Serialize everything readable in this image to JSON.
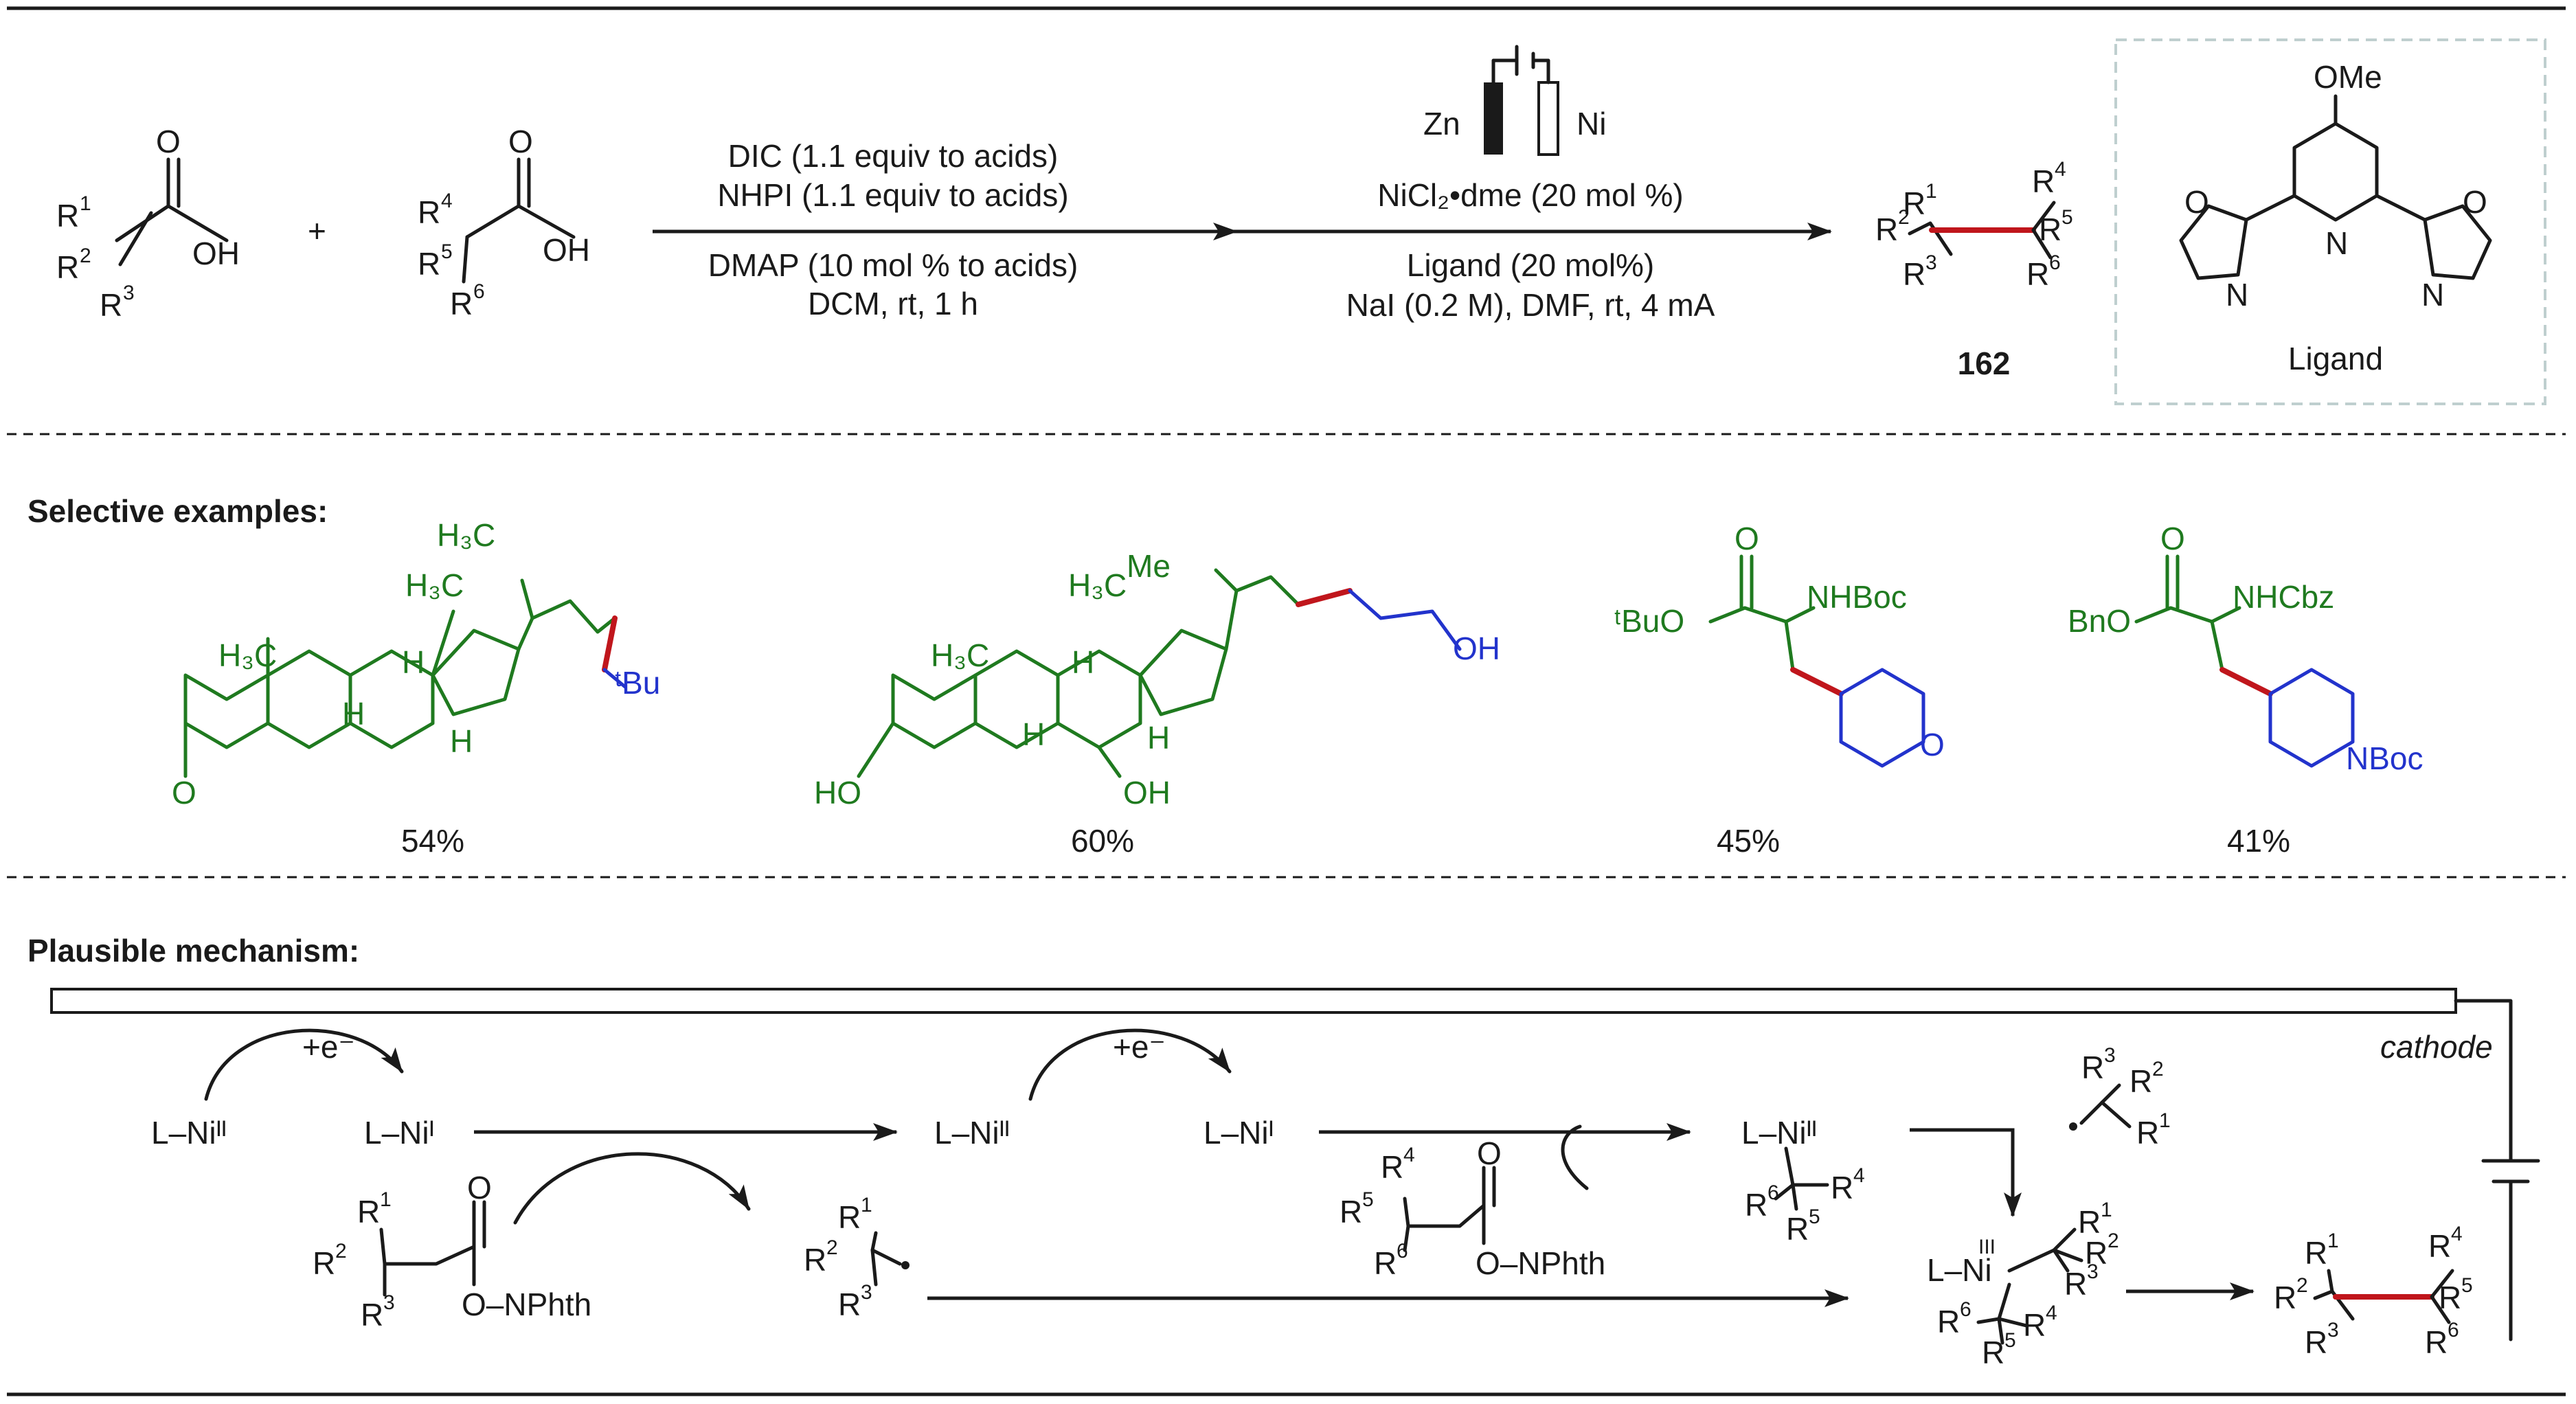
{
  "scheme": {
    "reactant1": {
      "r1": "R",
      "r1sup": "1",
      "r2": "R",
      "r2sup": "2",
      "r3": "R",
      "r3sup": "3",
      "o": "O",
      "oh": "OH"
    },
    "plus": "+",
    "reactant2": {
      "r4": "R",
      "r4sup": "4",
      "r5": "R",
      "r5sup": "5",
      "r6": "R",
      "r6sup": "6",
      "o": "O",
      "oh": "OH"
    },
    "step1": {
      "line1": "DIC (1.1 equiv to acids)",
      "line2": "NHPI (1.1 equiv to acids)",
      "line3": "DMAP (10 mol % to acids)",
      "line4": "DCM, rt, 1 h"
    },
    "step2": {
      "anode": "Zn",
      "cathode": "Ni",
      "line1": "NiCl₂•dme (20 mol %)",
      "line2": "Ligand (20 mol%)",
      "line3": "NaI (0.2 M), DMF, rt, 4 mA"
    },
    "product_number": "162",
    "ligand": {
      "ome": "OMe",
      "o_left": "O",
      "o_right": "O",
      "n_left": "N",
      "n_mid": "N",
      "n_right": "N",
      "label": "Ligand"
    }
  },
  "examples": {
    "heading": "Selective examples:",
    "items": [
      {
        "yield": "54%",
        "labels": [
          "H₃C",
          "H₃C",
          "H₃C",
          "H",
          "H",
          "H",
          "O",
          "ᵗBu"
        ]
      },
      {
        "yield": "60%",
        "labels": [
          "Me",
          "H₃C",
          "H₃C",
          "H",
          "H",
          "H",
          "HO",
          "OH",
          "OH"
        ]
      },
      {
        "yield": "45%",
        "labels": [
          "O",
          "ᵗBuO",
          "NHBoc",
          "O"
        ]
      },
      {
        "yield": "41%",
        "labels": [
          "O",
          "BnO",
          "NHCbz",
          "NBoc"
        ]
      }
    ]
  },
  "mechanism": {
    "heading": "Plausible mechanism:",
    "cathode": "cathode",
    "electron": "+e⁻",
    "ni2": "L–Niᴵᴵ",
    "ni1": "L–Niᴵ",
    "ni3": "L–Ni",
    "ni3sup": "III",
    "ester1": "O–NPhth",
    "ester2": "O–NPhth"
  }
}
